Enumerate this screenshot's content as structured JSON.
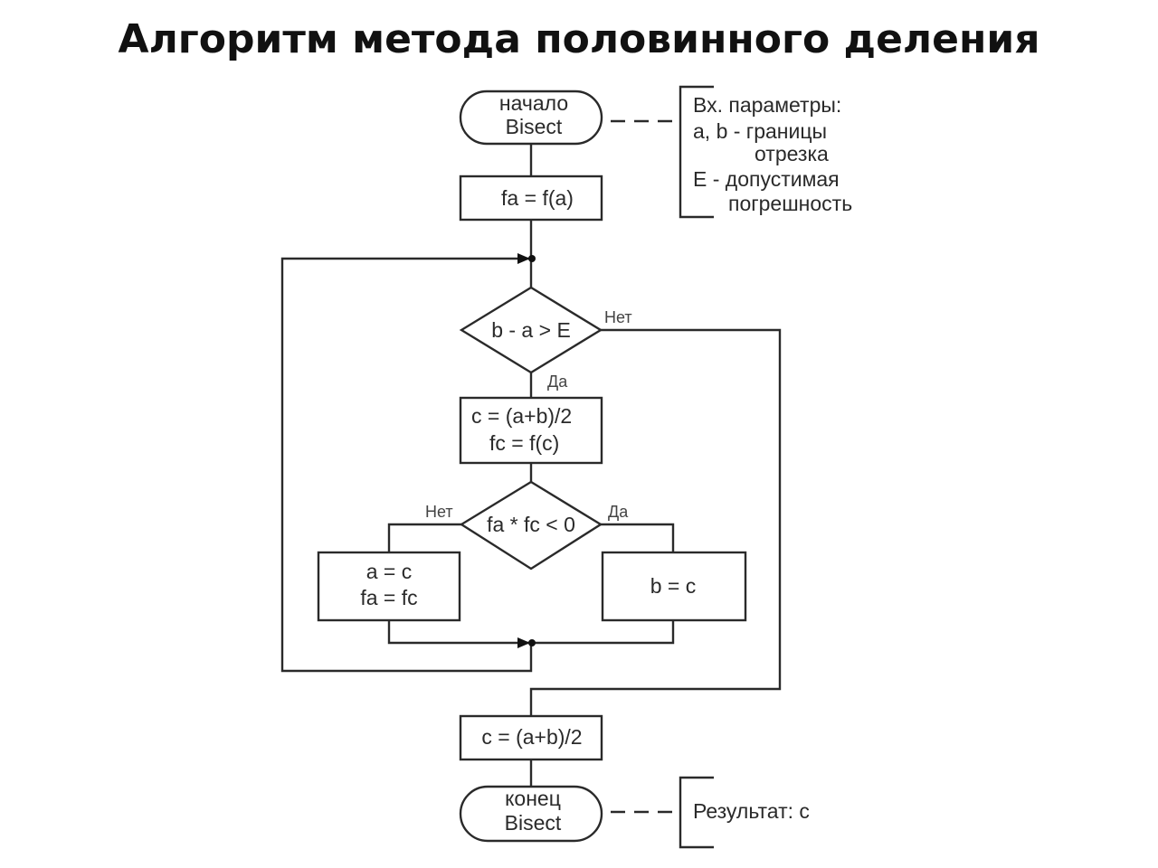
{
  "title": "Алгоритм метода половинного деления",
  "nodes": {
    "start": [
      "начало",
      "Bisect"
    ],
    "init": "fa = f(a)",
    "condition": "b - a > E",
    "compute": [
      "c = (a+b)/2",
      "fc = f(c)"
    ],
    "sign_check": "fa * fc < 0",
    "branch_no": [
      "a = c",
      "fa = fc"
    ],
    "branch_yes": "b = c",
    "final": "c = (a+b)/2",
    "end": [
      "конец",
      "Bisect"
    ]
  },
  "edge_labels": {
    "condition_no": "Нет",
    "condition_yes": "Да",
    "sign_no": "Нет",
    "sign_yes": "Да"
  },
  "comments": {
    "input": [
      "Вх. параметры:",
      "a, b - границы",
      "отрезка",
      "E - допустимая",
      "погрешность"
    ],
    "output": "Результат: с"
  }
}
